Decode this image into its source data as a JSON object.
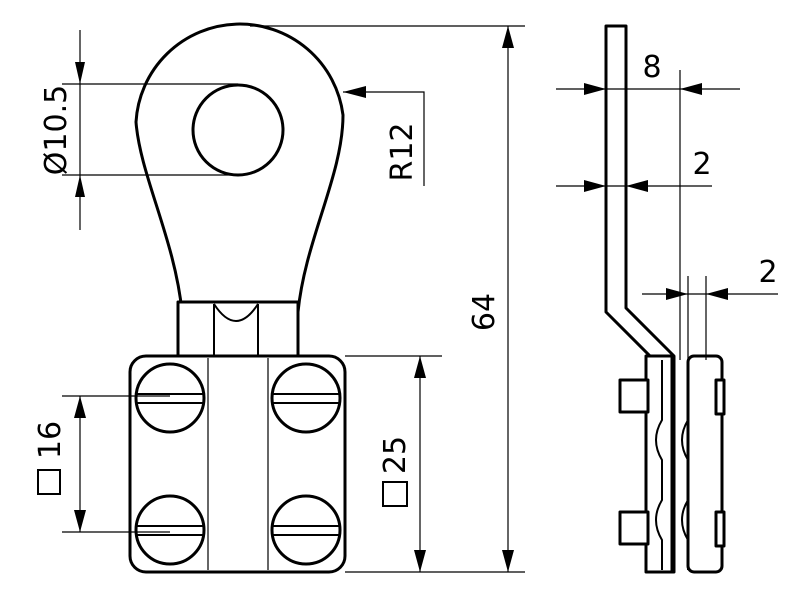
{
  "dimensions": {
    "hole_diameter": "Ø10.5",
    "radius": "R12",
    "overall_height": "64",
    "square_16": "16",
    "square_25": "25",
    "side_width": "8",
    "strip_thickness": "2",
    "plate_thickness": "2"
  },
  "symbols": {
    "square_symbol": "square-outline-icon"
  }
}
